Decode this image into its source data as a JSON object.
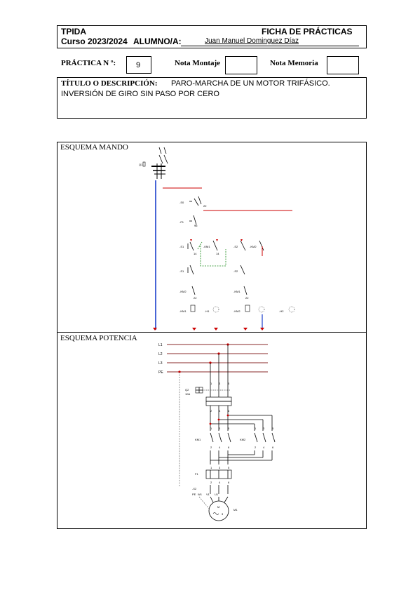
{
  "header": {
    "course_code": "TPIDA",
    "sheet_title": "FICHA DE PRÁCTICAS",
    "course_label": "Curso 2023/2024",
    "student_label": "ALUMNO/A:",
    "student_name": "Juan Manuel Dominguez Díaz"
  },
  "practice": {
    "number_label": "PRÁCTICA N º:",
    "number": "9",
    "montaje_label": "Nota Montaje",
    "memoria_label": "Nota Memoria"
  },
  "title": {
    "label": "TÍTULO O DESCRIPCIÓN:",
    "line1": "PARO-MARCHA DE UN MOTOR TRIFÁSICO.",
    "line2": "INVERSIÓN DE GIRO SIN PASO POR CERO"
  },
  "mando": {
    "label": "ESQUEMA MANDO"
  },
  "potencia": {
    "label": "ESQUEMA POTENCIA",
    "lines": [
      "L1",
      "L2",
      "L3",
      "PE"
    ],
    "breaker_name": "Q2",
    "breaker_rating": "10A",
    "km1": "KM1",
    "km2": "KM2",
    "relay": "F1",
    "terminal_block": "-X2",
    "terminals": [
      "PE",
      "W1",
      "V1",
      "U1"
    ],
    "motor_letter": "M",
    "motor_phase": "3",
    "motor_name": "M1",
    "pole_top": [
      "1",
      "3",
      "5"
    ],
    "pole_bottom": [
      "2",
      "4",
      "6"
    ]
  },
  "colors": {
    "wire_red": "#cc0000",
    "wire_blue": "#1a3fcc",
    "wire_green": "#1a8a1a",
    "wire_brown": "#8a2a2a",
    "wire_gray": "#666666"
  }
}
